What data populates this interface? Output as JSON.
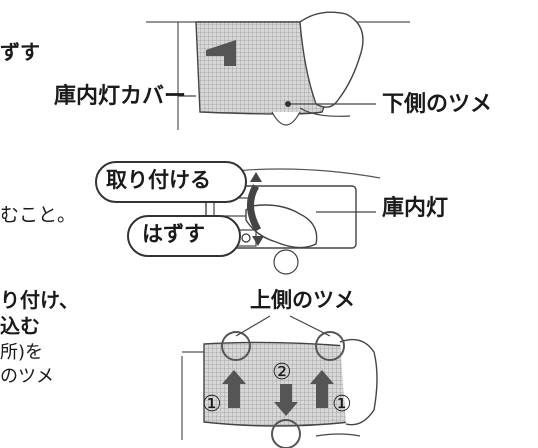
{
  "step1": {
    "heading_fragment": "ずす",
    "cover_label": "庫内灯カバー",
    "lower_tab_label": "下側のツメ"
  },
  "step2": {
    "attach_label": "取り付ける",
    "lamp_label": "庫内灯",
    "remove_label": "はずす",
    "note_fragment": "むこと。"
  },
  "step3": {
    "heading_line1_fragment": "り付け、",
    "heading_line2_fragment": "込む",
    "body_line1_fragment": "所)を",
    "body_line2_fragment": "のツメ",
    "upper_tab_label": "上側のツメ",
    "marker_up_1": "①",
    "marker_down_2": "②",
    "marker_up_1b": "①"
  }
}
